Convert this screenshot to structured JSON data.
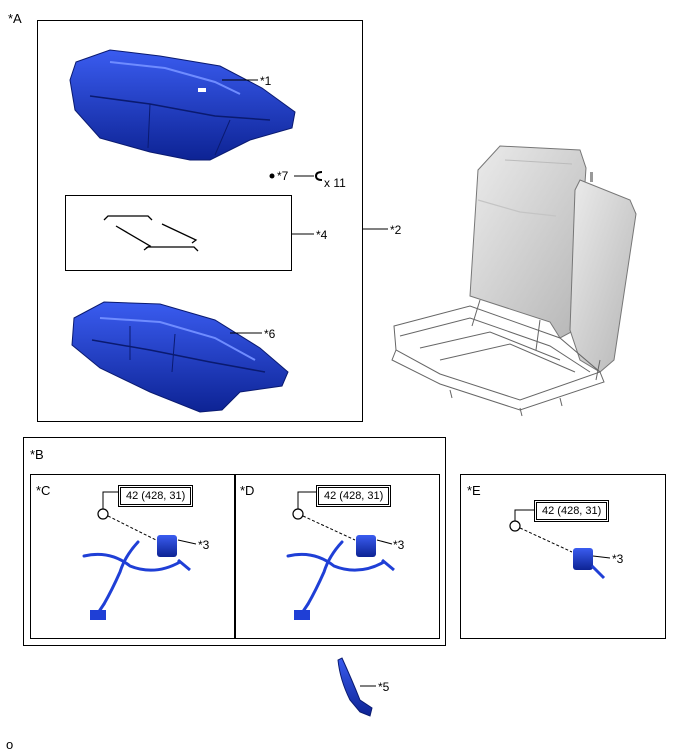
{
  "groups": {
    "a": "*A",
    "b": "*B",
    "c": "*C",
    "d": "*D",
    "e": "*E"
  },
  "callouts": {
    "c1": "*1",
    "c2": "*2",
    "c3": "*3",
    "c4": "*4",
    "c5": "*5",
    "c6": "*6",
    "c7": "*7"
  },
  "clip_quantity": "x 11",
  "torque_spec": "42 (428, 31)",
  "footer_id": "o",
  "colors": {
    "part_blue": "#1f3fd6",
    "part_blue_dark": "#0d2394",
    "seat_grey": "#d9d9d9",
    "seat_grey_dark": "#a8a8a8"
  }
}
